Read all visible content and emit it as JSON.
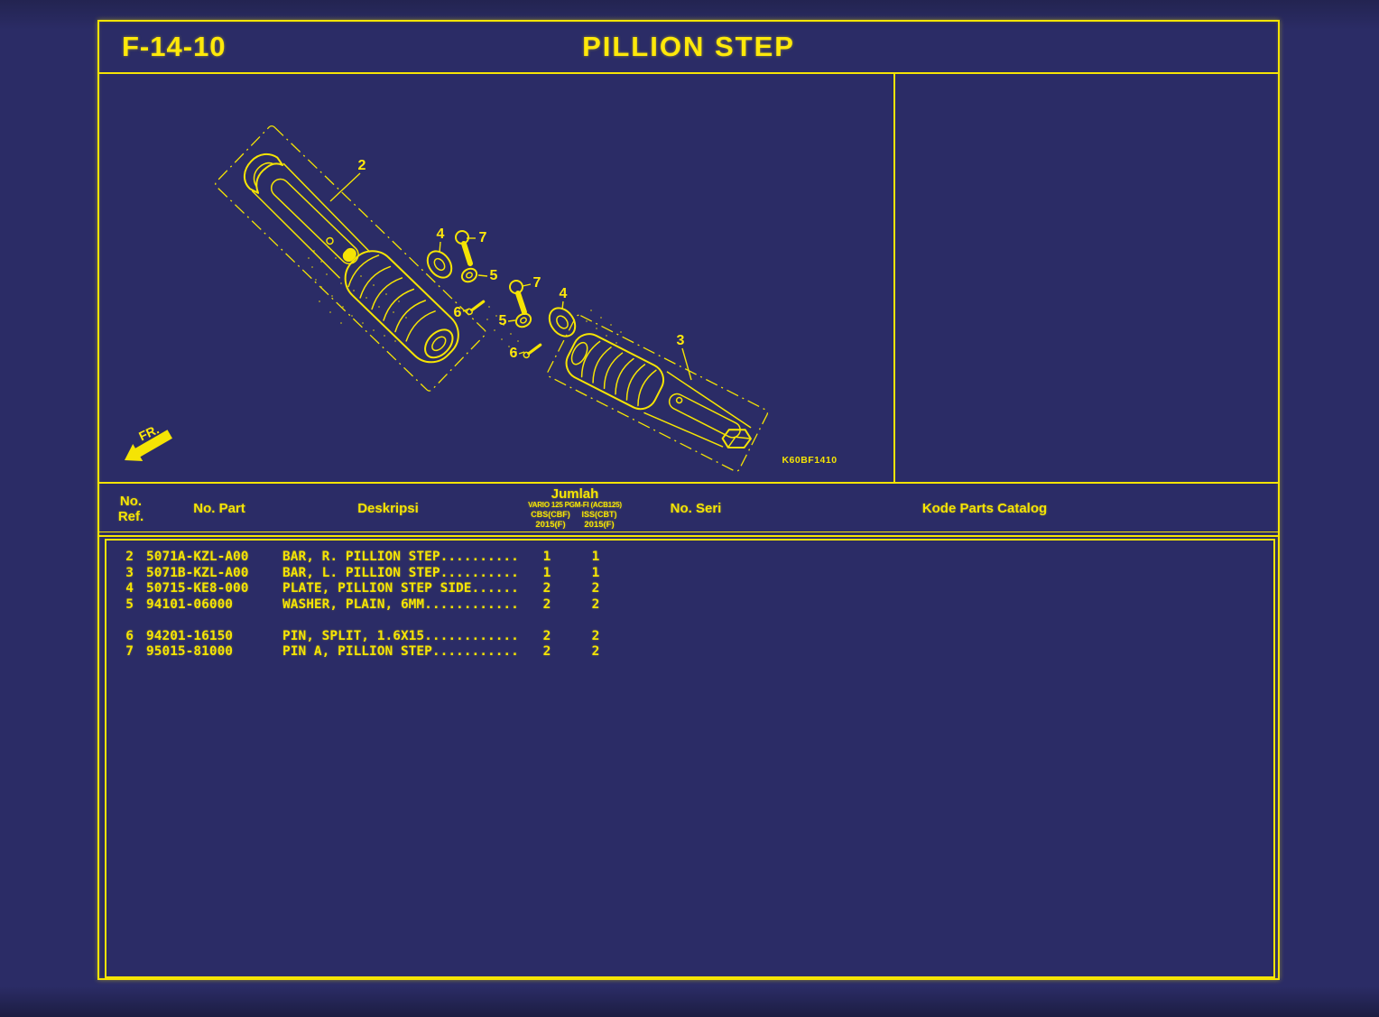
{
  "page": {
    "code": "F-14-10",
    "title": "PILLION STEP",
    "colors": {
      "background": "#2b2c66",
      "accent": "#f5e404"
    }
  },
  "diagram": {
    "figure_code": "K60BF1410",
    "front_label": "FR.",
    "callouts": [
      {
        "id": "bar-right",
        "label": "2"
      },
      {
        "id": "plate-upper",
        "label": "4"
      },
      {
        "id": "pin-a-upper",
        "label": "7"
      },
      {
        "id": "washer-upper",
        "label": "5"
      },
      {
        "id": "split-pin-upper",
        "label": "6"
      },
      {
        "id": "pin-a-lower",
        "label": "7"
      },
      {
        "id": "plate-lower",
        "label": "4"
      },
      {
        "id": "washer-lower",
        "label": "5"
      },
      {
        "id": "split-pin-lower",
        "label": "6"
      },
      {
        "id": "bar-left",
        "label": "3"
      }
    ]
  },
  "table": {
    "headers": {
      "ref_line1": "No.",
      "ref_line2": "Ref.",
      "part": "No. Part",
      "description": "Deskripsi",
      "quantity_group": "Jumlah",
      "quantity_model": "VARIO 125 PGM-FI (ACB125)",
      "quantity_col1": "CBS(CBF)",
      "quantity_col2": "ISS(CBT)",
      "quantity_col1_year": "2015(F)",
      "quantity_col2_year": "2015(F)",
      "serial": "No. Seri",
      "catalog": "Kode Parts Catalog"
    },
    "rows": [
      {
        "ref": "2",
        "part": "5071A-KZL-A00",
        "description": "BAR, R. PILLION STEP..........",
        "qty_cbs": "1",
        "qty_iss": "1"
      },
      {
        "ref": "3",
        "part": "5071B-KZL-A00",
        "description": "BAR, L. PILLION STEP..........",
        "qty_cbs": "1",
        "qty_iss": "1"
      },
      {
        "ref": "4",
        "part": "50715-KE8-000",
        "description": "PLATE, PILLION STEP SIDE......",
        "qty_cbs": "2",
        "qty_iss": "2"
      },
      {
        "ref": "5",
        "part": "94101-06000",
        "description": "WASHER, PLAIN, 6MM............",
        "qty_cbs": "2",
        "qty_iss": "2"
      },
      {
        "ref": "6",
        "part": "94201-16150",
        "description": "PIN, SPLIT, 1.6X15............",
        "qty_cbs": "2",
        "qty_iss": "2"
      },
      {
        "ref": "7",
        "part": "95015-81000",
        "description": "PIN A, PILLION STEP...........",
        "qty_cbs": "2",
        "qty_iss": "2"
      }
    ]
  }
}
